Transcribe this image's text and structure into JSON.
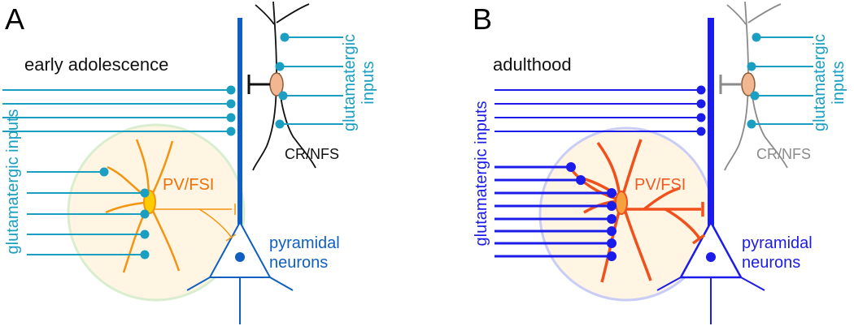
{
  "colors": {
    "teal": "#1a9ec2",
    "blue_a": "#0f5fc2",
    "blue_b": "#1b1bea",
    "orange_a": "#f39411",
    "orange_b": "#f0501c",
    "pv_label_a": "#ef6f06",
    "pv_label_b": "#f05a23",
    "pv_circle_fill": "#fff5e2",
    "pv_circle_edge_a": "#d9eecf",
    "pv_circle_edge_b": "#c9cdf6",
    "soma_fill": "#f2b791",
    "soma_edge": "#8a5a3a",
    "pv_soma_fill": "#ffcc00",
    "cr_line_a": "#111111",
    "cr_line_b": "#8a8a8a"
  },
  "panel_a": {
    "letter": "A",
    "stage_label": "early adolescence",
    "glutamatergic_left": "glutamatergic inputs",
    "glutamatergic_right_line1": "glutamatergic",
    "glutamatergic_right_line2": "inputs",
    "cr_label": "CR/NFS",
    "pv_label": "PV/FSI",
    "pyramidal_line1": "pyramidal",
    "pyramidal_line2": "neurons"
  },
  "panel_b": {
    "letter": "B",
    "stage_label": "adulthood",
    "glutamatergic_left": "glutamatergic inputs",
    "glutamatergic_right_line1": "glutamatergic",
    "glutamatergic_right_line2": "inputs",
    "cr_label": "CR/NFS",
    "pv_label": "PV/FSI",
    "pyramidal_line1": "pyramidal",
    "pyramidal_line2": "neurons"
  }
}
